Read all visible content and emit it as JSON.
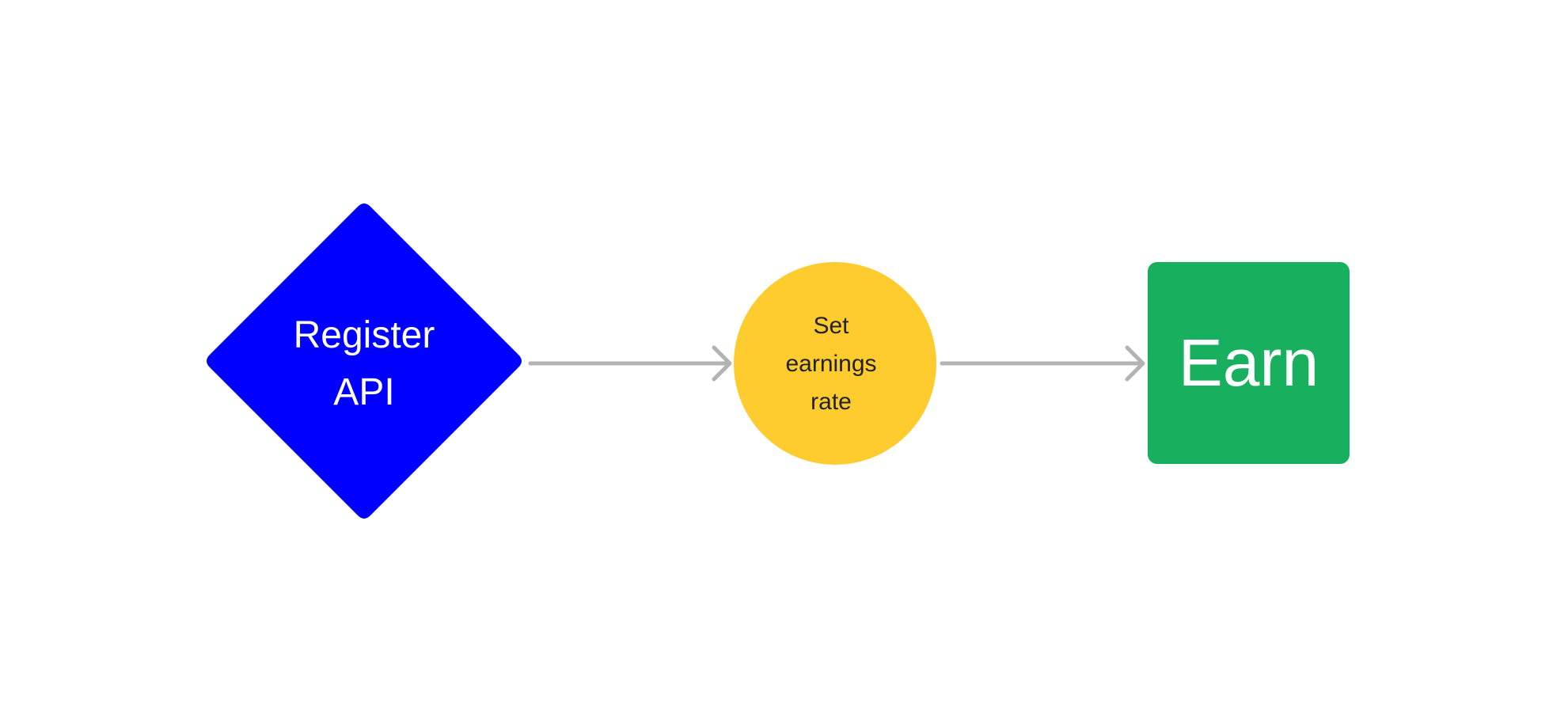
{
  "diagram": {
    "nodes": [
      {
        "id": "register-api",
        "shape": "diamond",
        "label": "Register\nAPI",
        "fill": "#0000FF",
        "text_color": "#FFFFFF"
      },
      {
        "id": "set-earnings-rate",
        "shape": "circle",
        "label": "Set\nearnings\nrate",
        "fill": "#FFCC2F",
        "text_color": "#222222"
      },
      {
        "id": "earn",
        "shape": "rounded-square",
        "label": "Earn",
        "fill": "#18AF5E",
        "text_color": "#FFFFFF"
      }
    ],
    "edges": [
      {
        "from": "register-api",
        "to": "set-earnings-rate",
        "color": "#B3B3B3"
      },
      {
        "from": "set-earnings-rate",
        "to": "earn",
        "color": "#B3B3B3"
      }
    ]
  }
}
